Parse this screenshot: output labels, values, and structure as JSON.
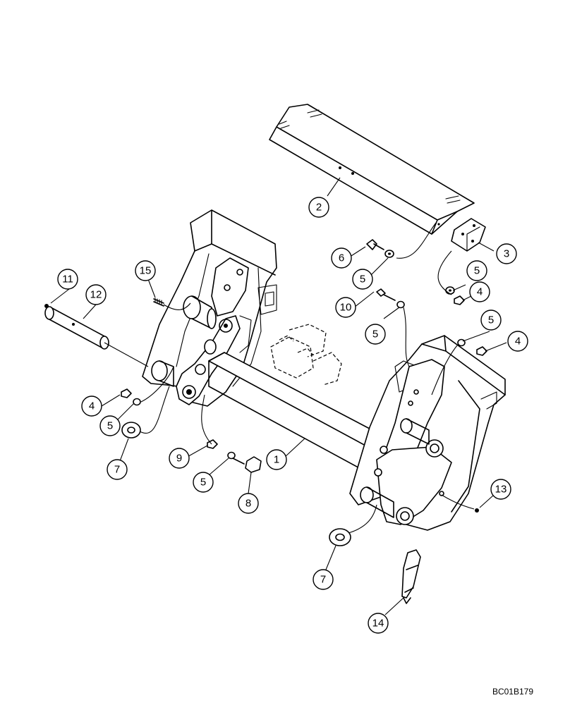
{
  "callouts": [
    {
      "id": "c1",
      "label": "1"
    },
    {
      "id": "c2",
      "label": "2"
    },
    {
      "id": "c3",
      "label": "3"
    },
    {
      "id": "c4a",
      "label": "4"
    },
    {
      "id": "c4b",
      "label": "4"
    },
    {
      "id": "c4c",
      "label": "4"
    },
    {
      "id": "c5a",
      "label": "5"
    },
    {
      "id": "c5b",
      "label": "5"
    },
    {
      "id": "c5c",
      "label": "5"
    },
    {
      "id": "c5d",
      "label": "5"
    },
    {
      "id": "c5e",
      "label": "5"
    },
    {
      "id": "c5f",
      "label": "5"
    },
    {
      "id": "c6",
      "label": "6"
    },
    {
      "id": "c7a",
      "label": "7"
    },
    {
      "id": "c7b",
      "label": "7"
    },
    {
      "id": "c8",
      "label": "8"
    },
    {
      "id": "c9",
      "label": "9"
    },
    {
      "id": "c10",
      "label": "10"
    },
    {
      "id": "c11",
      "label": "11"
    },
    {
      "id": "c12",
      "label": "12"
    },
    {
      "id": "c13",
      "label": "13"
    },
    {
      "id": "c14",
      "label": "14"
    },
    {
      "id": "c15",
      "label": "15"
    }
  ],
  "reference_code": "BC01B179"
}
